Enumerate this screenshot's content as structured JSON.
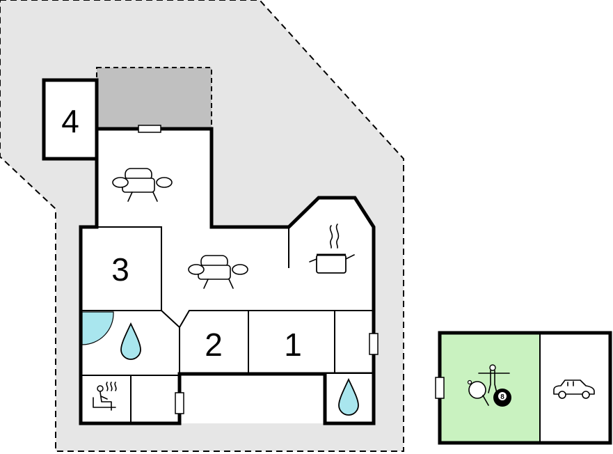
{
  "rooms": {
    "room_4": "4",
    "room_3": "3",
    "room_2": "2",
    "room_1": "1"
  },
  "ball_number": "8",
  "colors": {
    "plot": "#e6e6e6",
    "terrace": "#c0c0c0",
    "games_room": "#c9f2c0",
    "water": "#a9e6ee",
    "outline": "#000000"
  },
  "icons": [
    "sofa-icon",
    "cooking-pot-icon",
    "water-drop-icon",
    "sauna-icon",
    "table-tennis-icon",
    "billiard-ball-icon",
    "foosball-icon",
    "car-icon",
    "door-arc-icon"
  ]
}
